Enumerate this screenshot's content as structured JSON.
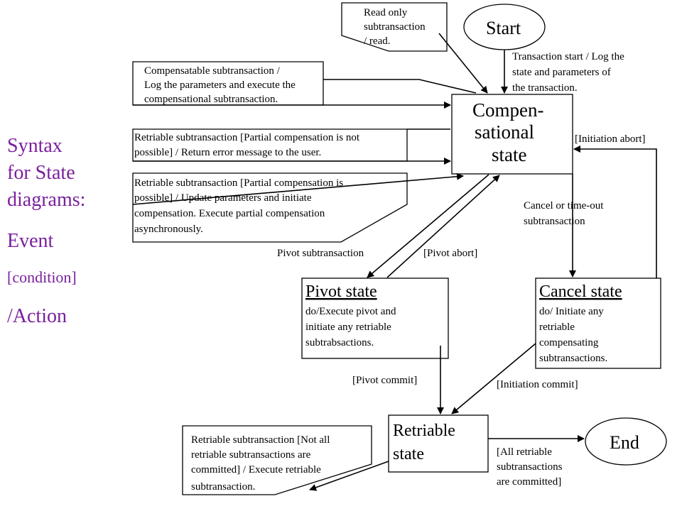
{
  "legend": {
    "title_lines": [
      "Syntax",
      "for State",
      "diagrams:"
    ],
    "event": "Event",
    "condition": "[condition]",
    "action": "/Action"
  },
  "states": {
    "start": "Start",
    "end": "End",
    "compensational": [
      "Compen-",
      "sational",
      "state"
    ],
    "pivot": {
      "title": "Pivot state",
      "lines": [
        "do/Execute pivot and",
        "initiate any retriable",
        "subtrabsactions."
      ]
    },
    "cancel": {
      "title": "Cancel state",
      "lines": [
        "do/ Initiate any",
        "retriable",
        "compensating",
        "subtransactions."
      ]
    },
    "retriable": [
      "Retriable",
      "state"
    ]
  },
  "notes": {
    "read_only": [
      "Read only",
      "subtransaction",
      "/ read."
    ],
    "compensatable": [
      "Compensatable subtransaction /",
      "Log the parameters and execute the",
      "compensational subtransaction."
    ],
    "retriable_not_possible": [
      "Retriable subtransaction [Partial compensation is not",
      "possible] / Return error message to the user."
    ],
    "retriable_possible": [
      "Retriable subtransaction [Partial compensation is",
      "possible] / Update parameters and initiate",
      "compensation. Execute partial compensation",
      "asynchronously."
    ],
    "retriable_not_all": [
      "Retriable subtransaction [Not all",
      "retriable subtransactions are",
      "committed] / Execute retriable",
      "subtransaction."
    ]
  },
  "transitions": {
    "transaction_start": [
      "Transaction start / Log the",
      "state and parameters of",
      "the transaction."
    ],
    "initiation_abort": "[Initiation abort]",
    "cancel_timeout": [
      "Cancel  or time-out",
      "subtransaction"
    ],
    "pivot_subtransaction": "Pivot subtransaction",
    "pivot_abort": "[Pivot abort]",
    "pivot_commit": "[Pivot commit]",
    "initiation_commit": "[Initiation  commit]",
    "all_committed": [
      "[All retriable",
      "subtransactions",
      "are committed]"
    ]
  }
}
